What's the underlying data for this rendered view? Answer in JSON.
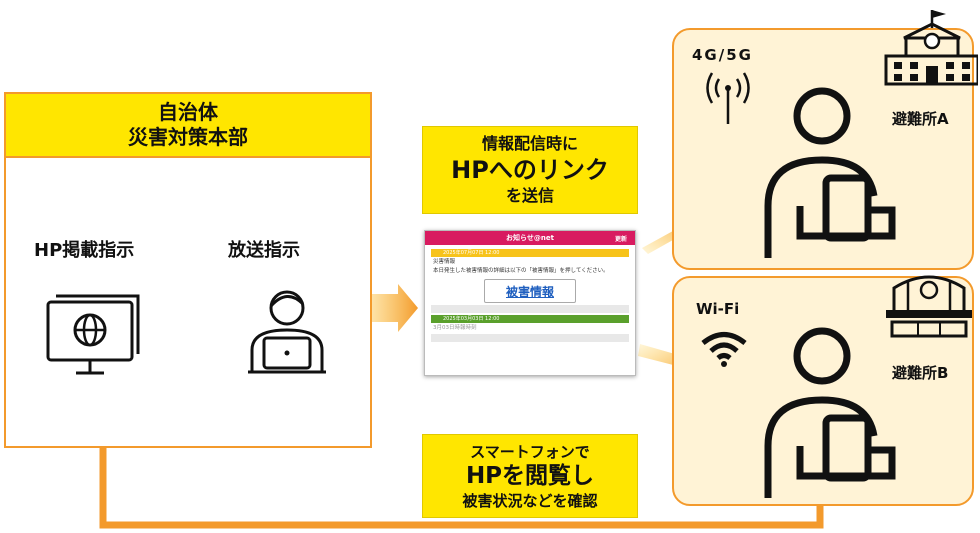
{
  "hq": {
    "title_line1": "自治体",
    "title_line2": "災害対策本部",
    "hp_label": "HP掲載指示",
    "broadcast_label": "放送指示"
  },
  "send_box": {
    "line1": "情報配信時に",
    "line2": "HPへのリンク",
    "line3": "を送信"
  },
  "phone": {
    "app_title": "お知らせ@net",
    "update_label": "更新",
    "msg1_date": "2025年07月07日 12:00",
    "msg1_category": "災害情報",
    "msg1_text": "本日発生した被害情報の詳細は以下の「被害情報」を押してください。",
    "link_label": "被害情報",
    "msg2_date": "2025年03月03日 12:00",
    "msg2_text": "3月03日時報時刻"
  },
  "browse_box": {
    "line1": "スマートフォンで",
    "line2": "HPを閲覧し",
    "line3": "被害状況などを確認"
  },
  "shelter_a": {
    "network": "4G/5G",
    "name": "避難所A"
  },
  "shelter_b": {
    "network": "Wi-Fi",
    "name": "避難所B"
  },
  "colors": {
    "orange": "#f39a2c",
    "yellow": "#ffe600",
    "shelter_bg": "#fff3d6",
    "phone_header": "#d81b60"
  }
}
